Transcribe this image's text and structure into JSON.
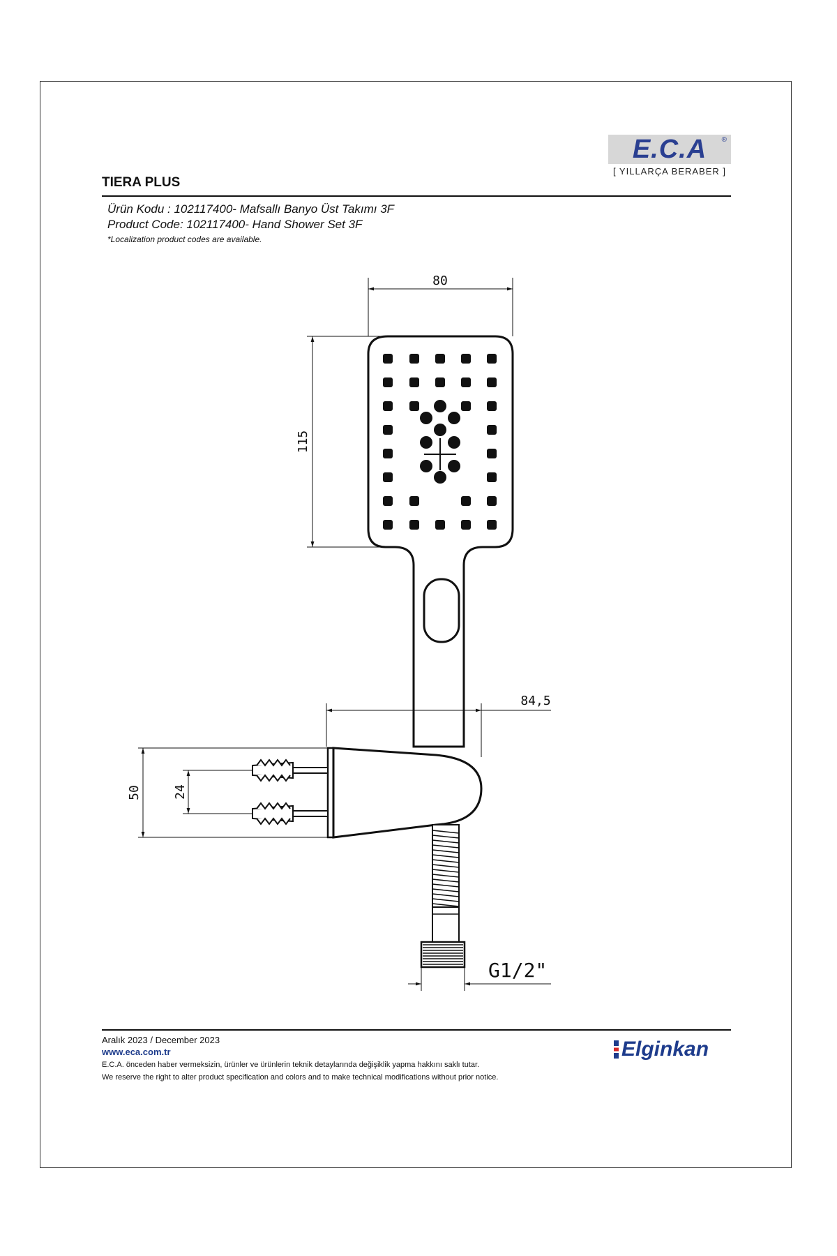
{
  "header": {
    "logo_text": "E.C.A",
    "logo_reg": "®",
    "slogan": "[ YILLARÇA BERABER ]",
    "product_title": "TIERA PLUS",
    "code_tr": "Ürün Kodu : 102117400- Mafsallı Banyo Üst Takımı 3F",
    "code_en": "Product Code: 102117400- Hand Shower Set 3F",
    "note": "*Localization product codes are available."
  },
  "dimensions": {
    "head_width": "80",
    "head_height": "115",
    "depth": "84,5",
    "bracket_height": "50",
    "hole_spacing": "24",
    "thread": "G1/2\""
  },
  "footer": {
    "date": "Aralık 2023 / December 2023",
    "website": "www.eca.com.tr",
    "disclaimer_tr": "E.C.A. önceden haber vermeksizin, ürünler ve ürünlerin teknik detaylarında değişiklik yapma hakkını saklı tutar.",
    "disclaimer_en": "We reserve the right to alter product specification and colors and to make technical modifications without prior notice.",
    "brand": "Elginkan"
  },
  "colors": {
    "brand_blue": "#2a3f91",
    "logo_bg": "#d7d7d7"
  }
}
